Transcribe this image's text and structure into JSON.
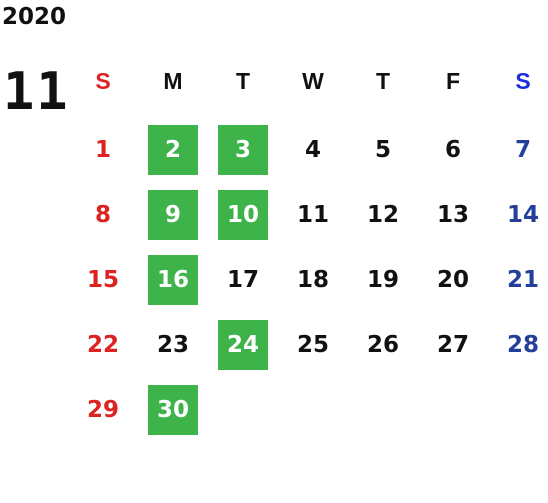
{
  "calendar": {
    "year": "2020",
    "month": "11",
    "weekdays": [
      "S",
      "M",
      "T",
      "W",
      "T",
      "F",
      "S"
    ],
    "weeks": [
      [
        "1",
        "2",
        "3",
        "4",
        "5",
        "6",
        "7"
      ],
      [
        "8",
        "9",
        "10",
        "11",
        "12",
        "13",
        "14"
      ],
      [
        "15",
        "16",
        "17",
        "18",
        "19",
        "20",
        "21"
      ],
      [
        "22",
        "23",
        "24",
        "25",
        "26",
        "27",
        "28"
      ],
      [
        "29",
        "30",
        "",
        "",
        "",
        "",
        ""
      ]
    ],
    "highlighted_days": [
      "2",
      "3",
      "9",
      "10",
      "16",
      "24",
      "30"
    ],
    "colors": {
      "sunday": "#dd2222",
      "saturday_header": "#1a2ee0",
      "saturday": "#233f9a",
      "highlight": "#3db34a",
      "text": "#111111"
    }
  }
}
